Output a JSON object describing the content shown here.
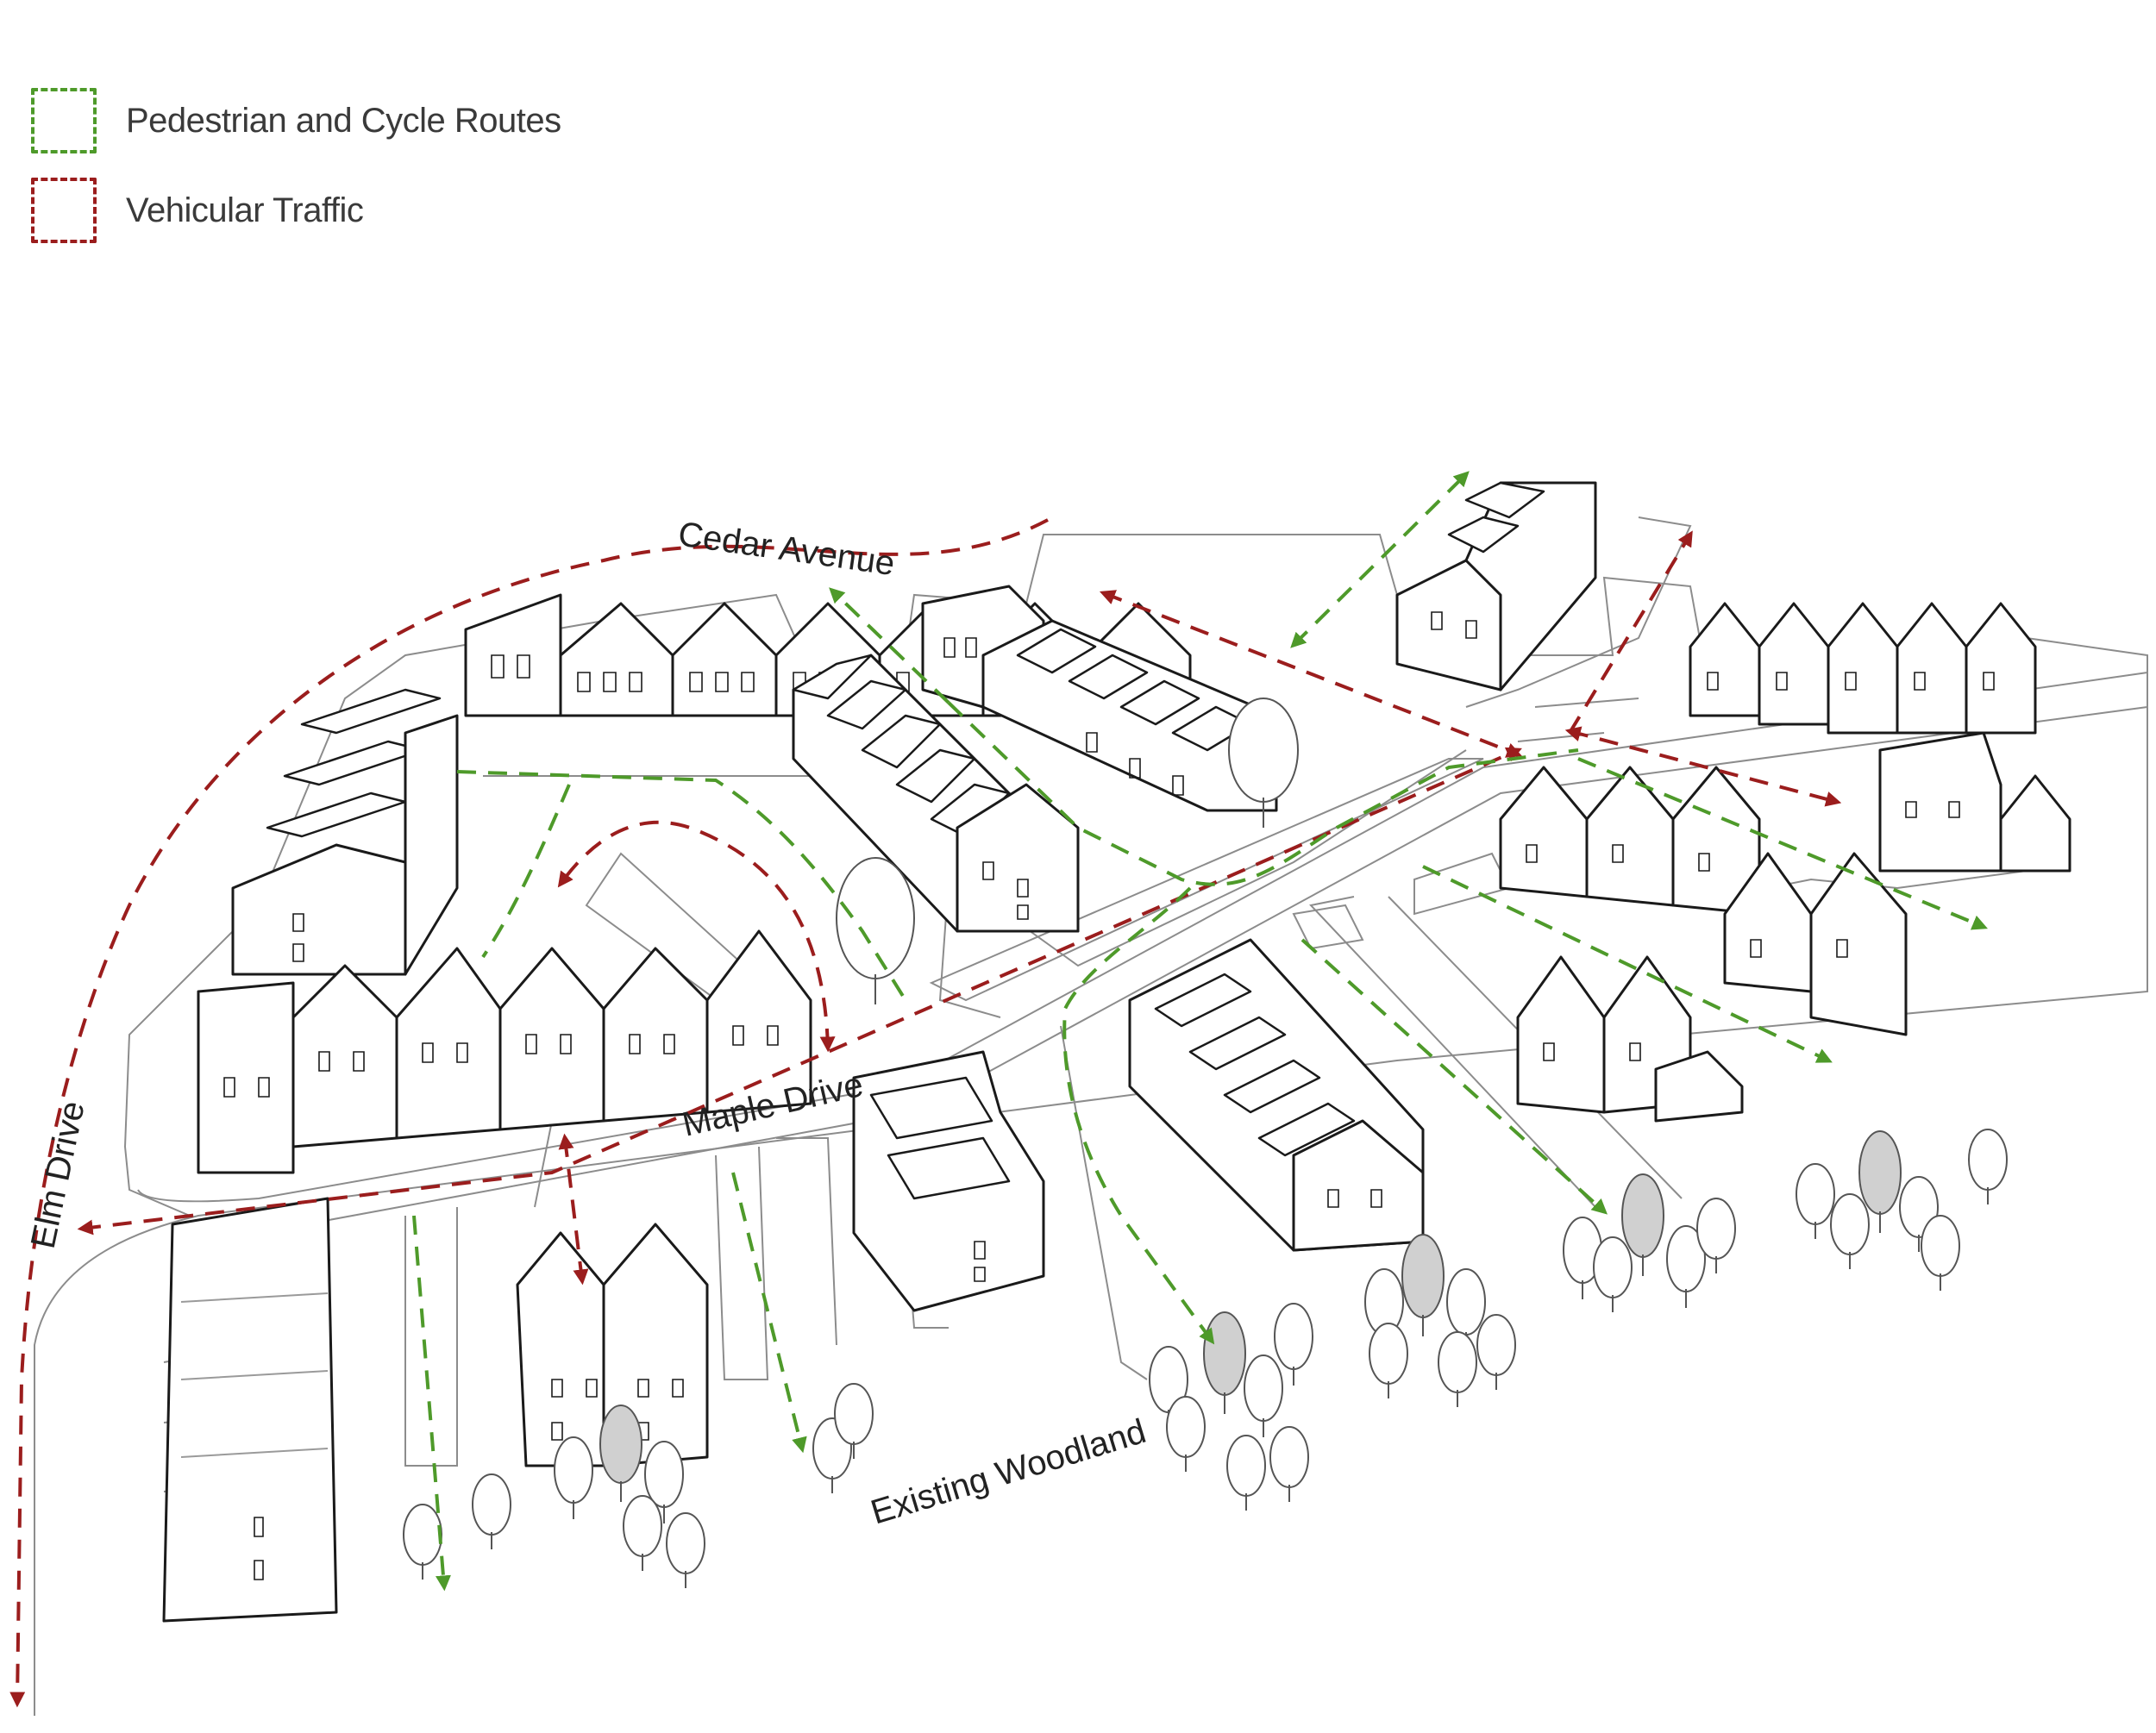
{
  "legend": {
    "pedestrian_label": "Pedestrian and Cycle Routes",
    "vehicular_label": "Vehicular Traffic"
  },
  "colors": {
    "pedestrian": "#4e9a2a",
    "vehicular": "#9b1d1d",
    "outline": "#1a1a1a",
    "site_lines": "#8c8c8c"
  },
  "labels": {
    "cedar_avenue": "Cedar Avenue",
    "maple_drive": "Maple Drive",
    "elm_drive": "Elm Drive",
    "existing_woodland": "Existing Woodland"
  }
}
